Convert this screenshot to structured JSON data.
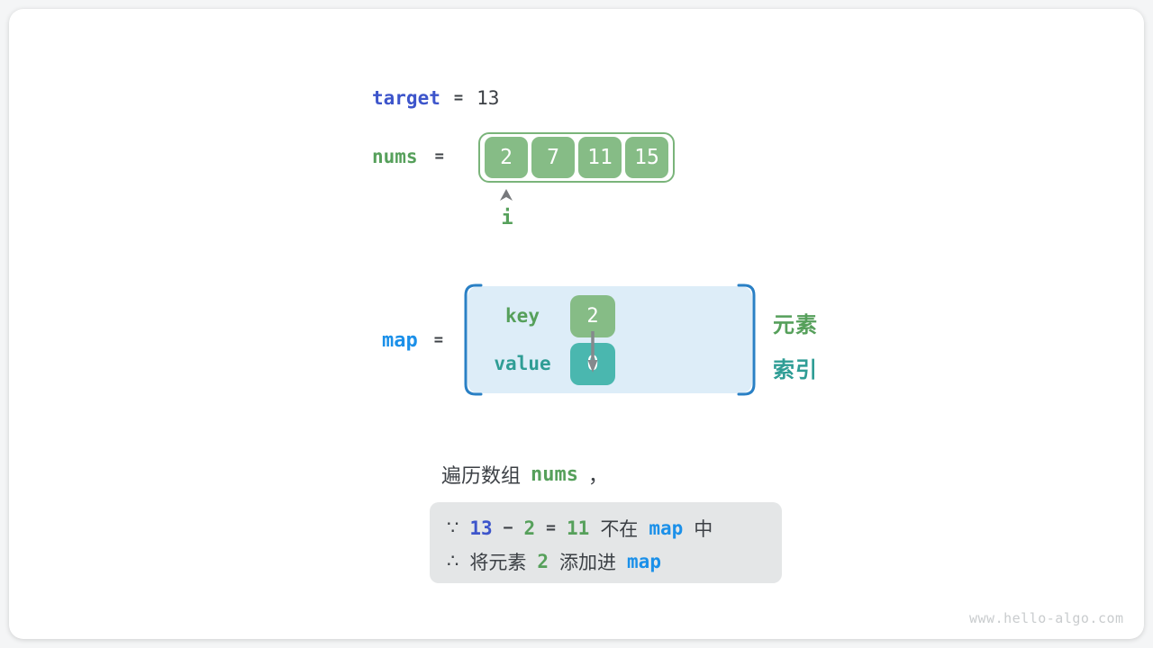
{
  "target_row": {
    "label": "target",
    "equals": "=",
    "value": "13"
  },
  "nums_row": {
    "label": "nums",
    "equals": "=",
    "cells": [
      "2",
      "7",
      "11",
      "15"
    ],
    "pointer_label": "i"
  },
  "map_row": {
    "label": "map",
    "equals": "=",
    "key_label": "key",
    "value_label": "value",
    "key_cell": "2",
    "value_cell": "0",
    "element_label": "元素",
    "index_label": "索引"
  },
  "caption": {
    "zh_prefix": "遍历数组",
    "code": "nums",
    "comma": "，"
  },
  "note_box": {
    "line1": {
      "sym": "∵",
      "target_num": "13",
      "minus": "−",
      "elem_num": "2",
      "eq": "=",
      "diff_num": "11",
      "zh_not_in": "不在",
      "map": "map",
      "zh_in": "中"
    },
    "line2": {
      "sym": "∴",
      "zh_prefix": "将元素",
      "elem_num": "2",
      "zh_suffix": "添加进",
      "map": "map"
    }
  },
  "watermark": "www.hello-algo.com",
  "colors": {
    "royal_blue": "#3d55cb",
    "azure_blue": "#1b90e9",
    "green_text": "#56a05b",
    "green_box": "#86bc86",
    "green_border": "#7ab47a",
    "teal_text": "#2f9d95",
    "teal_box": "#4ab7af",
    "map_fill": "#ddedf8",
    "bracket_blue": "#2a80c5",
    "note_bg": "#e4e6e7",
    "dark_text": "#3c4045",
    "arrow_gray": "#85898d"
  }
}
